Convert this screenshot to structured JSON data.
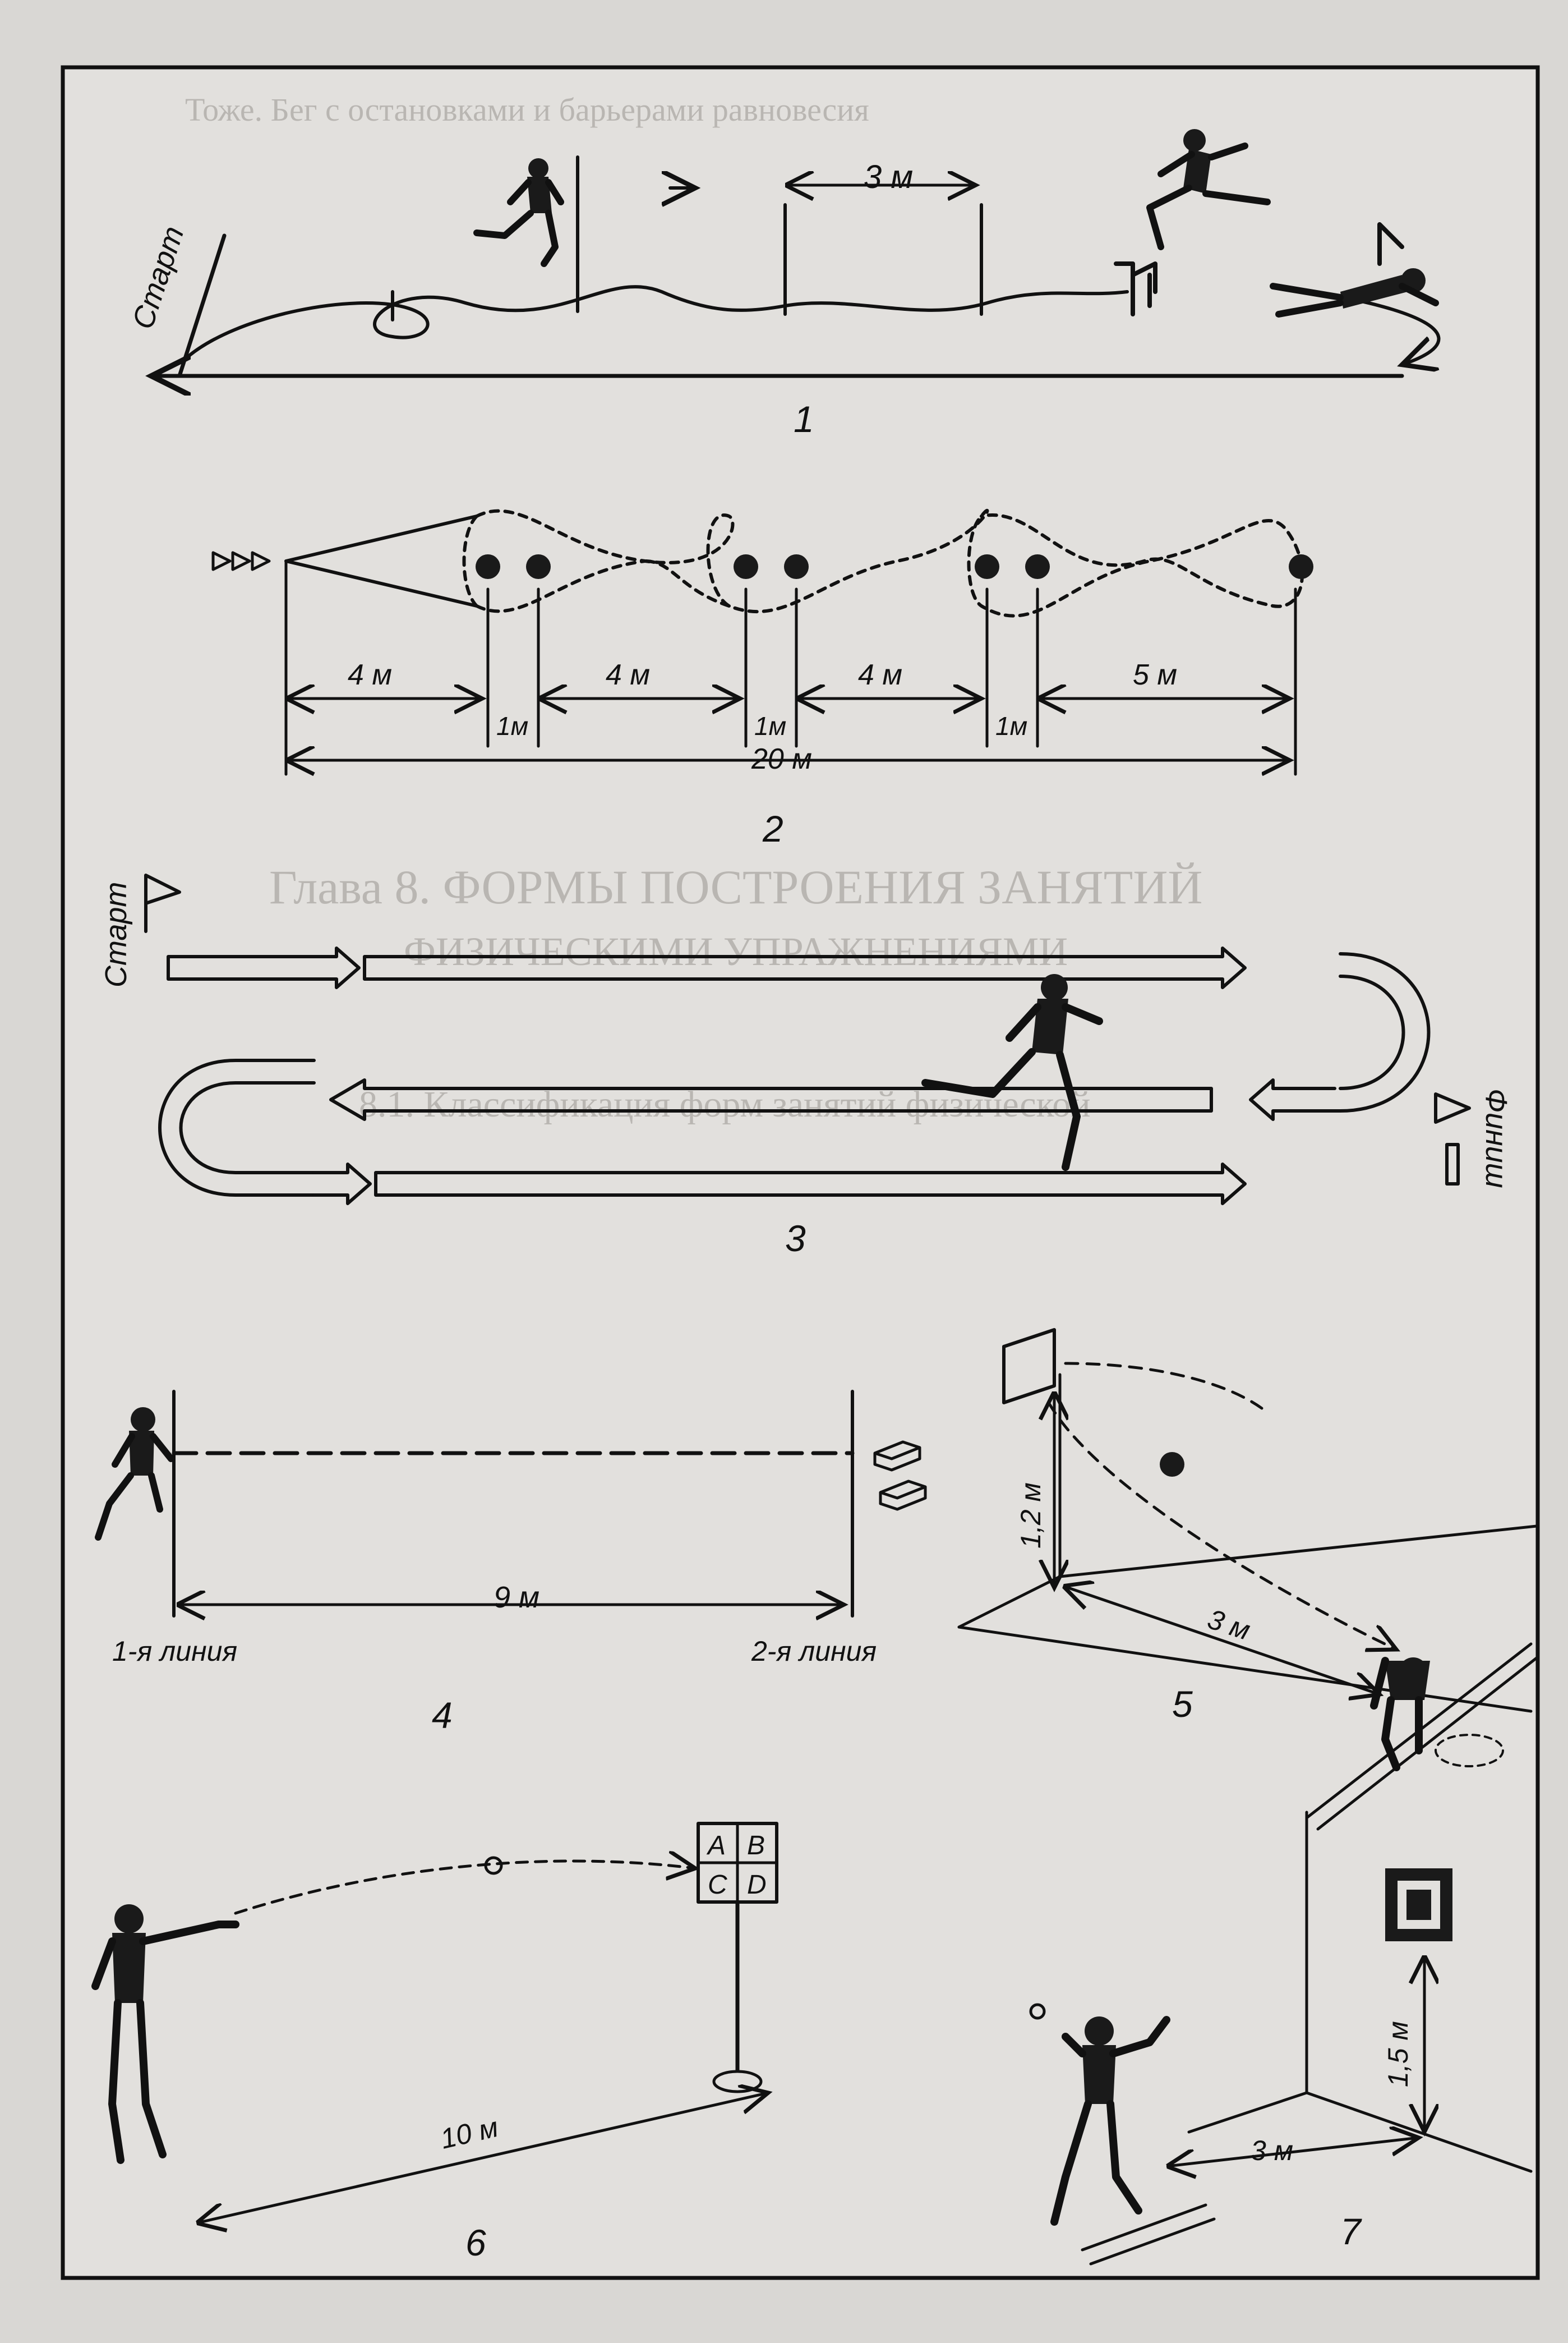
{
  "background_text": {
    "line_1": "Тоже. Бег с остановками и барьерами равновесия",
    "heading": "Глава 8. ФОРМЫ ПОСТРОЕНИЯ ЗАНЯТИЙ",
    "subheading": "ФИЗИЧЕСКИМИ УПРАЖНЕНИЯМИ",
    "section": "8.1. Классификация форм занятий физической"
  },
  "panel_1": {
    "number": "1",
    "start_label": "Старт",
    "distance_label": "3 м"
  },
  "panel_2": {
    "number": "2",
    "seg_a": "4 м",
    "seg_b": "4 м",
    "seg_c": "4 м",
    "seg_d": "5 м",
    "gap_a": "1м",
    "gap_b": "1м",
    "gap_c": "1м",
    "total": "20 м"
  },
  "panel_3": {
    "number": "3",
    "start_label": "Старт",
    "finish_label": "Финиш"
  },
  "panel_4": {
    "number": "4",
    "distance_label": "9 м",
    "line_1_label": "1-я линия",
    "line_2_label": "2-я линия"
  },
  "panel_5": {
    "number": "5",
    "height_label": "1,2 м",
    "distance_label": "3 м"
  },
  "panel_6": {
    "number": "6",
    "distance_label": "10 м",
    "target_cells": [
      "A",
      "B",
      "C",
      "D"
    ]
  },
  "panel_7": {
    "number": "7",
    "height_label": "1,5 м",
    "distance_label": "3 м"
  }
}
